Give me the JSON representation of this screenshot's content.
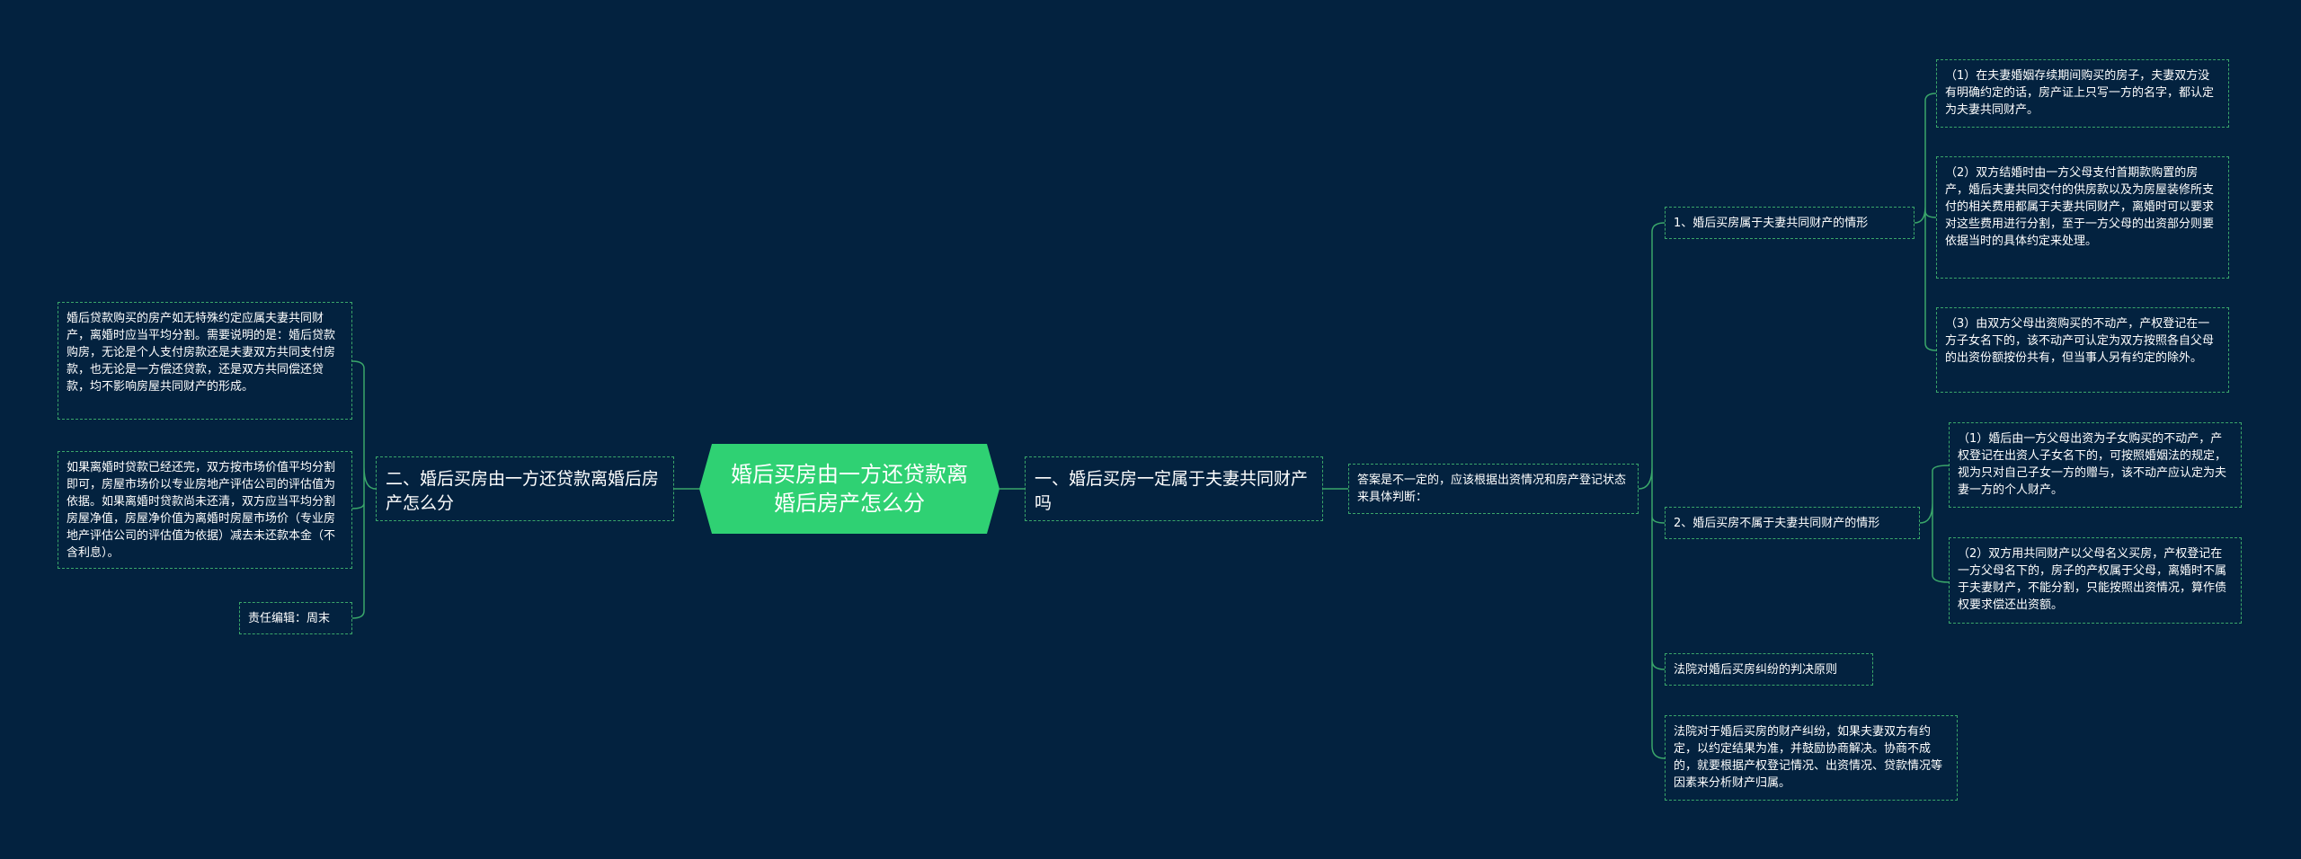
{
  "root": {
    "title": "婚后买房由一方还贷款离婚后房产怎么分"
  },
  "left": {
    "branch": "二、婚后买房由一方还贷款离婚后房产怎么分",
    "notes": [
      "婚后贷款购买的房产如无特殊约定应属夫妻共同财产，离婚时应当平均分割。需要说明的是：婚后贷款购房，无论是个人支付房款还是夫妻双方共同支付房款，也无论是一方偿还贷款，还是双方共同偿还贷款，均不影响房屋共同财产的形成。",
      "如果离婚时贷款已经还完，双方按市场价值平均分割即可，房屋市场价以专业房地产评估公司的评估值为依据。如果离婚时贷款尚未还清，双方应当平均分割房屋净值，房屋净价值为离婚时房屋市场价（专业房地产评估公司的评估值为依据）减去未还款本金（不含利息）。",
      "责任编辑：周末"
    ]
  },
  "right": {
    "branch": "一、婚后买房一定属于夫妻共同财产吗",
    "answer": "答案是不一定的，应该根据出资情况和房产登记状态来具体判断：",
    "sub1": {
      "label": "1、婚后买房属于夫妻共同财产的情形",
      "items": [
        "（1）在夫妻婚姻存续期间购买的房子，夫妻双方没有明确约定的话，房产证上只写一方的名字，都认定为夫妻共同财产。",
        "（2）双方结婚时由一方父母支付首期款购置的房产，婚后夫妻共同交付的供房款以及为房屋装修所支付的相关费用都属于夫妻共同财产，离婚时可以要求对这些费用进行分割，至于一方父母的出资部分则要依据当时的具体约定来处理。",
        "（3）由双方父母出资购买的不动产，产权登记在一方子女名下的，该不动产可认定为双方按照各自父母的出资份额按份共有，但当事人另有约定的除外。"
      ]
    },
    "sub2": {
      "label": "2、婚后买房不属于夫妻共同财产的情形",
      "items": [
        "（1）婚后由一方父母出资为子女购买的不动产，产权登记在出资人子女名下的，可按照婚姻法的规定，视为只对自己子女一方的赠与，该不动产应认定为夫妻一方的个人财产。",
        "（2）双方用共同财产以父母名义买房，产权登记在一方父母名下的，房子的产权属于父母，离婚时不属于夫妻财产，不能分割，只能按照出资情况，算作债权要求偿还出资额。"
      ]
    },
    "court": {
      "label": "法院对婚后买房纠纷的判决原则",
      "text": "法院对于婚后买房的财产纠纷，如果夫妻双方有约定，以约定结果为准，并鼓励协商解决。协商不成的，就要根据产权登记情况、出资情况、贷款情况等因素来分析财产归属。"
    }
  },
  "colors": {
    "background": "#03223f",
    "root": "#2fd173",
    "line": "#3aa66a"
  }
}
